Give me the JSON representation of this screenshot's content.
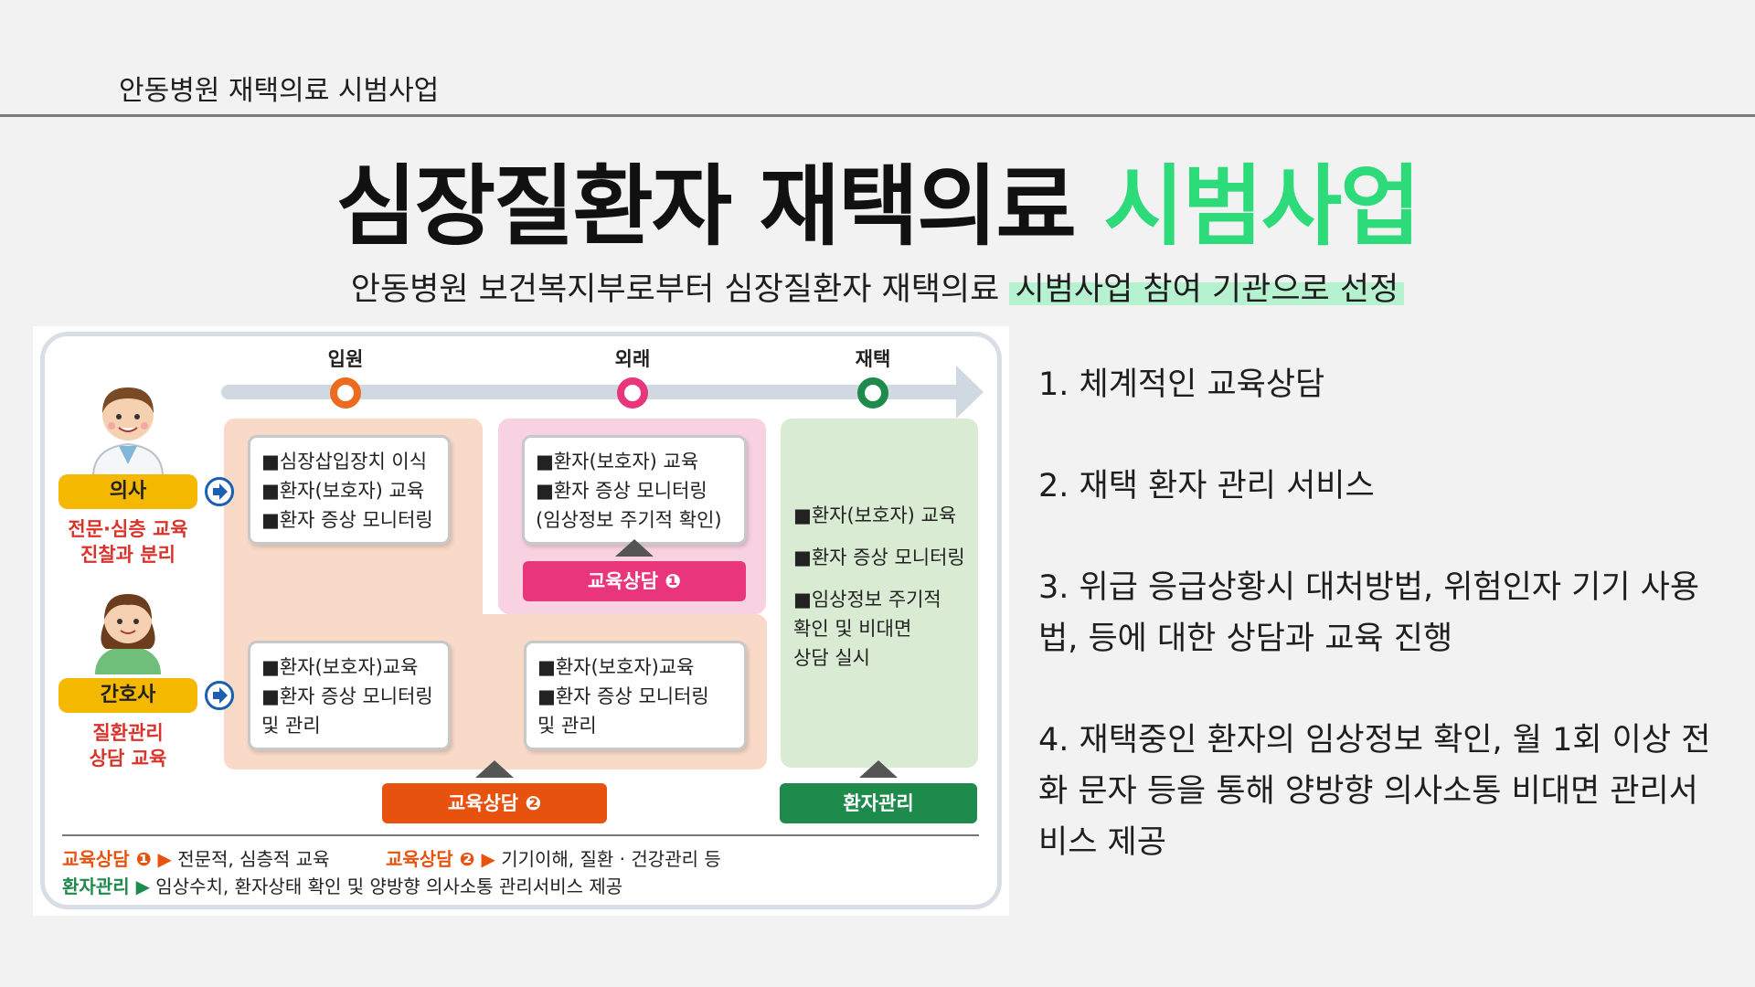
{
  "header": {
    "title": "안동병원 재택의료 시범사업"
  },
  "main_title": {
    "part1": "심장질환자 재택의료 ",
    "part2": "시범사업"
  },
  "subtitle": {
    "part1": "안동병원 보건복지부로부터 심장질환자 재택의료 ",
    "part2": "시범사업 참여 기관으로 선정"
  },
  "figure": {
    "stages": [
      {
        "label": "입원",
        "color": "#ec6b1f"
      },
      {
        "label": "외래",
        "color": "#e8357c"
      },
      {
        "label": "재택",
        "color": "#1e8a4c"
      }
    ],
    "roles": [
      {
        "name": "의사",
        "desc1": "전문·심층 교육",
        "desc2": "진찰과 분리"
      },
      {
        "name": "간호사",
        "desc1": "질환관리",
        "desc2": "상담 교육"
      }
    ],
    "cards": {
      "inpatient_top": [
        "■심장삽입장치 이식",
        "■환자(보호자) 교육",
        "■환자 증상 모니터링"
      ],
      "outpatient_top": [
        "■환자(보호자) 교육",
        "■환자 증상 모니터링",
        "  (임상정보 주기적 확인)"
      ],
      "inpatient_bottom": [
        "■환자(보호자)교육",
        "■환자 증상 모니터링",
        "  및 관리"
      ],
      "outpatient_bottom": [
        "■환자(보호자)교육",
        "■환자  증상  모니터링",
        "  및 관리"
      ],
      "home": [
        "■환자(보호자) 교육",
        "■환자 증상 모니터링",
        "■임상정보 주기적",
        "  확인 및 비대면",
        "  상담 실시"
      ]
    },
    "pills": {
      "edu1": {
        "label": "교육상담 ❶",
        "color": "#e8357c"
      },
      "edu2": {
        "label": "교육상담 ❷",
        "color": "#e8520f"
      },
      "manage": {
        "label": "환자관리",
        "color": "#1e8a4c"
      }
    },
    "legend": {
      "edu1_key": "교육상담 ❶ ▶",
      "edu1_text": " 전문적, 심층적 교육",
      "edu2_key": "교육상담 ❷ ▶",
      "edu2_text": " 기기이해, 질환 · 건강관리 등",
      "manage_key": "환자관리 ▶",
      "manage_text": " 임상수치, 환자상태 확인 및 양방향 의사소통 관리서비스 제공"
    }
  },
  "list": {
    "items": [
      "1. 체계적인 교육상담",
      "2. 재택 환자 관리 서비스",
      "3. 위급 응급상황시 대처방법, 위험인자 기기 사용법, 등에 대한 상담과 교육 진행",
      "4. 재택중인 환자의 임상정보 확인, 월 1회 이상 전화 문자 등을 통해 양방향 의사소통 비대면 관리서비스 제공"
    ]
  }
}
